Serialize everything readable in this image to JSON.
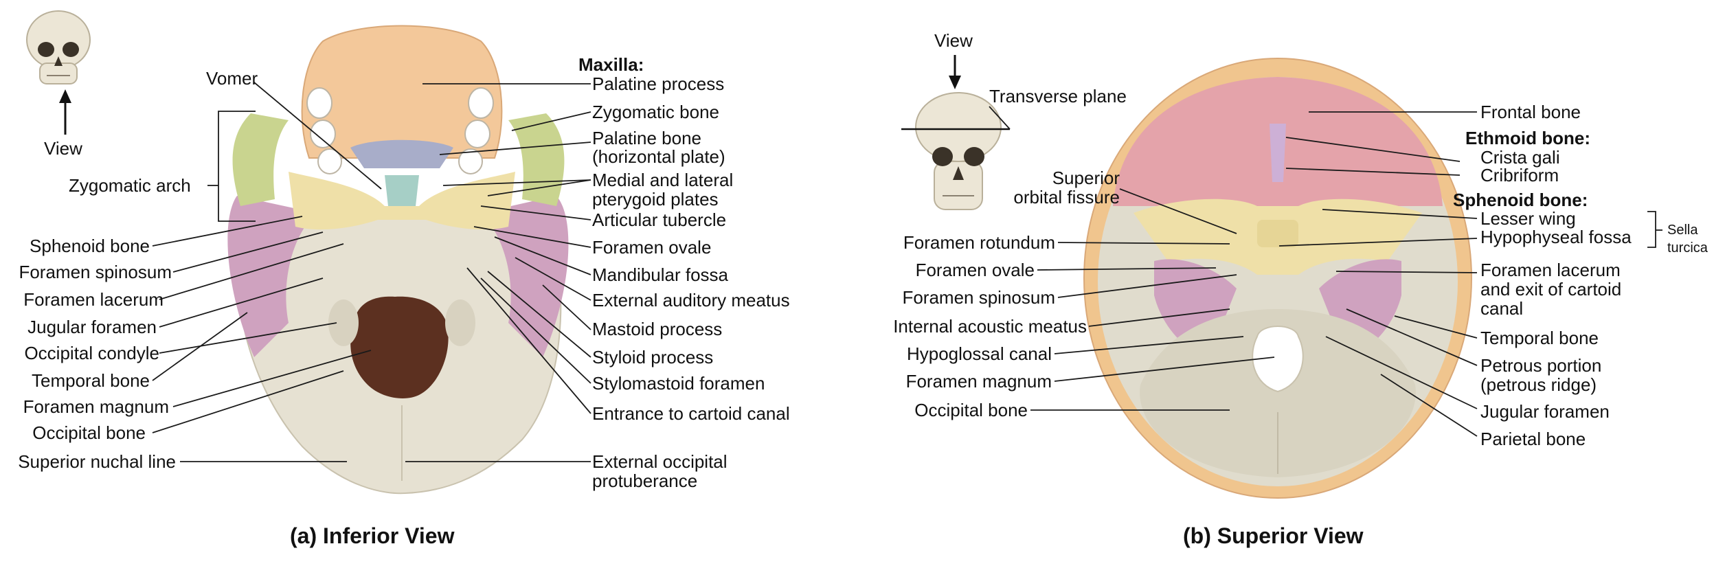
{
  "panel_a": {
    "caption": "(a) Inferior View",
    "view": "View",
    "vomer": "Vomer",
    "zygomatic_arch": "Zygomatic arch",
    "maxilla": "Maxilla:",
    "palatine_process": "Palatine process",
    "zygomatic_bone": "Zygomatic bone",
    "palatine_bone_1": "Palatine bone",
    "palatine_bone_2": "(horizontal plate)",
    "pterygoid_1": "Medial and lateral",
    "pterygoid_2": "pterygoid plates",
    "articular_tubercle": "Articular tubercle",
    "foramen_ovale": "Foramen ovale",
    "mandibular_fossa": "Mandibular fossa",
    "external_auditory_meatus": "External auditory meatus",
    "mastoid_process": "Mastoid process",
    "styloid_process": "Styloid process",
    "stylomastoid_foramen": "Stylomastoid foramen",
    "entrance_carotid_canal": "Entrance to cartoid canal",
    "ext_occ_prot_1": "External occipital",
    "ext_occ_prot_2": "protuberance",
    "sphenoid_bone": "Sphenoid bone",
    "foramen_spinosum": "Foramen spinosum",
    "foramen_lacerum": "Foramen lacerum",
    "jugular_foramen": "Jugular foramen",
    "occipital_condyle": "Occipital condyle",
    "temporal_bone": "Temporal bone",
    "foramen_magnum": "Foramen magnum",
    "occipital_bone": "Occipital bone",
    "superior_nuchal_line": "Superior nuchal line"
  },
  "panel_b": {
    "caption": "(b) Superior View",
    "view": "View",
    "transverse_plane": "Transverse plane",
    "sup_orbital_1": "Superior",
    "sup_orbital_2": "orbital fissure",
    "foramen_rotundum": "Foramen rotundum",
    "foramen_ovale": "Foramen ovale",
    "foramen_spinosum": "Foramen spinosum",
    "internal_acoustic_meatus": "Internal acoustic meatus",
    "hypoglossal_canal": "Hypoglossal canal",
    "foramen_magnum": "Foramen magnum",
    "occipital_bone": "Occipital bone",
    "frontal_bone": "Frontal bone",
    "ethmoid_bone": "Ethmoid bone:",
    "crista_gali": "Crista gali",
    "cribriform": "Cribriform",
    "sphenoid_bone": "Sphenoid bone:",
    "lesser_wing": "Lesser wing",
    "hypophyseal_fossa": "Hypophyseal fossa",
    "sella_1": "Sella",
    "sella_2": "turcica",
    "foramen_lacerum_1": "Foramen lacerum",
    "foramen_lacerum_2": "and exit of cartoid",
    "foramen_lacerum_3": "canal",
    "temporal_bone": "Temporal bone",
    "petrous_1": "Petrous portion",
    "petrous_2": "(petrous ridge)",
    "jugular_foramen": "Jugular foramen",
    "parietal_bone": "Parietal bone"
  },
  "colors": {
    "maxilla": "#f3c89a",
    "zygomatic": "#c9d48f",
    "sphenoid": "#efe0a8",
    "palatine": "#a8adc9",
    "vomer": "#a6cfc6",
    "temporal": "#cfa2bf",
    "occipital": "#e6e1d2",
    "frontal": "#e4a3aa",
    "parietal": "#f0c58e",
    "foramen": "#5c3020"
  }
}
